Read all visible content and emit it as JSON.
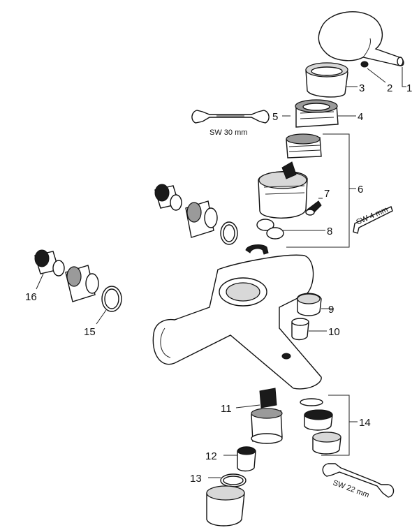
{
  "callouts": [
    {
      "id": "1",
      "text": "1"
    },
    {
      "id": "2",
      "text": "2"
    },
    {
      "id": "3",
      "text": "3"
    },
    {
      "id": "4",
      "text": "4"
    },
    {
      "id": "5",
      "text": "5"
    },
    {
      "id": "6",
      "text": "6"
    },
    {
      "id": "7",
      "text": "7"
    },
    {
      "id": "8",
      "text": "8"
    },
    {
      "id": "9",
      "text": "9"
    },
    {
      "id": "10",
      "text": "10"
    },
    {
      "id": "11",
      "text": "11"
    },
    {
      "id": "12",
      "text": "12"
    },
    {
      "id": "13",
      "text": "13"
    },
    {
      "id": "14",
      "text": "14"
    },
    {
      "id": "15",
      "text": "15"
    },
    {
      "id": "16",
      "text": "16"
    }
  ],
  "tools": {
    "wrench_30": "SW 30 mm",
    "hex_key_4": "SW 4 mm",
    "wrench_22": "SW 22 mm"
  }
}
